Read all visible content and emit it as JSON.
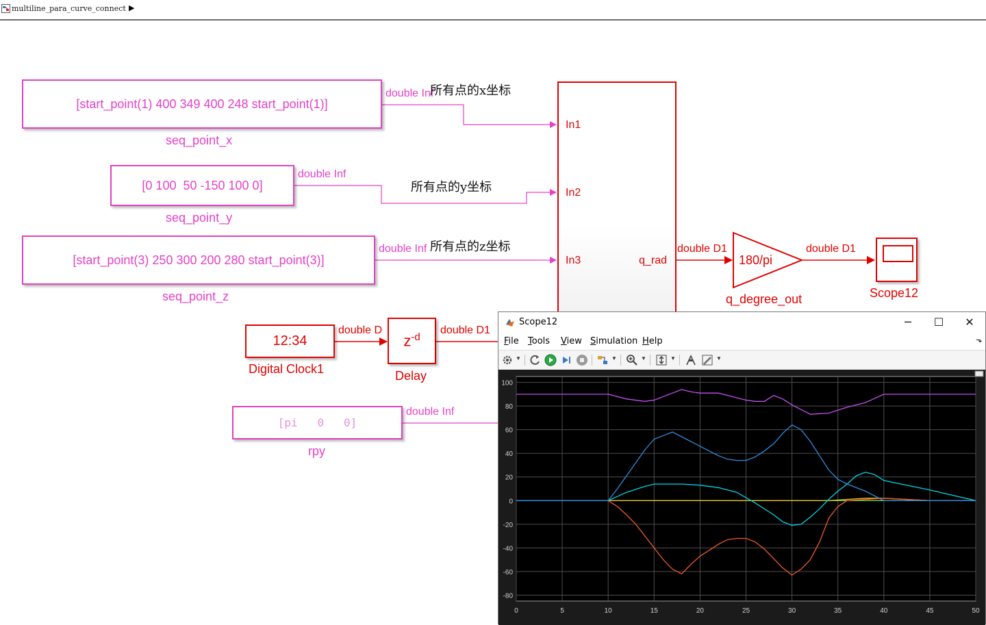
{
  "breadcrumb": {
    "model_name": "multiline_para_curve_connect",
    "arrow": "▶"
  },
  "blocks": {
    "seq_x": {
      "value": "[start_point(1) 400 349 400 248 start_point(1)]",
      "name": "seq_point_x",
      "signal": "double Inf"
    },
    "seq_y": {
      "value": "[0 100  50 -150 100 0]",
      "name": "seq_point_y",
      "signal": "double Inf"
    },
    "seq_z": {
      "value": "[start_point(3) 250 300 200 280 start_point(3)]",
      "name": "seq_point_z",
      "signal": "double Inf"
    },
    "clock": {
      "value": "12:34",
      "name": "Digital Clock1",
      "signal": "double D"
    },
    "delay": {
      "value": "z",
      "exponent": "-d",
      "name": "Delay",
      "signal": "double D1"
    },
    "rpy": {
      "value": "[pi   0   0]",
      "name": "rpy",
      "signal": "double Inf"
    },
    "gain": {
      "value": "180/pi",
      "name": "q_degree_out",
      "signal_in": "double D1",
      "signal_out": "double D1"
    },
    "scope_block": {
      "name": "Scope12"
    }
  },
  "annotations": {
    "x_coord": "所有点的x坐标",
    "y_coord": "所有点的y坐标",
    "z_coord": "所有点的z坐标"
  },
  "subsystem": {
    "ports_in": [
      "In1",
      "In2",
      "In3"
    ],
    "port_out": "q_rad"
  },
  "scope_window": {
    "title": "Scope12",
    "controls": {
      "minimize": "─",
      "maximize": "☐",
      "close": "✕"
    },
    "menu": [
      {
        "key": "F",
        "rest": "ile"
      },
      {
        "key": "T",
        "rest": "ools"
      },
      {
        "key": "V",
        "rest": "iew"
      },
      {
        "key": "S",
        "rest": "imulation"
      },
      {
        "key": "H",
        "rest": "elp"
      }
    ],
    "dock_glyph": "⬎",
    "toolbar_icons": [
      "settings-icon",
      "restart-icon",
      "run-icon",
      "step-forward-icon",
      "stop-icon",
      "highlight-icon",
      "zoom-in-icon",
      "fit-axes-icon",
      "cursor-icon",
      "triggers-icon"
    ]
  },
  "colors": {
    "magenta": "#e640c8",
    "red": "#e00000",
    "plot_bg": "#000000",
    "grid": "#5a5a5a"
  },
  "chart_data": {
    "type": "line",
    "title": "",
    "xlabel": "",
    "ylabel": "",
    "xlim": [
      0,
      50
    ],
    "ylim": [
      -85,
      105
    ],
    "xticks": [
      0,
      5,
      10,
      15,
      20,
      25,
      30,
      35,
      40,
      45,
      50
    ],
    "yticks": [
      100,
      80,
      60,
      40,
      20,
      0,
      -20,
      -40,
      -60,
      -80
    ],
    "grid": true,
    "series": [
      {
        "color": "#c74ff0",
        "x": [
          0,
          10,
          12,
          14,
          15,
          16,
          17,
          18,
          19,
          20,
          22,
          25,
          26,
          27,
          28,
          29,
          30,
          32,
          34,
          36,
          38,
          40,
          45,
          50
        ],
        "y": [
          90,
          90,
          86,
          84,
          85,
          88,
          91,
          94,
          92,
          91,
          91,
          85,
          84,
          84,
          89,
          86,
          81,
          73,
          74,
          79,
          83,
          90,
          90,
          90
        ]
      },
      {
        "color": "#2f8fe0",
        "x": [
          0,
          10,
          11,
          12,
          13,
          14,
          15,
          16,
          17,
          18,
          19,
          20,
          21,
          22,
          23,
          24,
          25,
          26,
          27,
          28,
          29,
          30,
          31,
          32,
          33,
          34,
          35,
          36,
          38,
          40,
          45,
          50
        ],
        "y": [
          0,
          0,
          10,
          21,
          32,
          43,
          52,
          55,
          58,
          54,
          50,
          46,
          42,
          38,
          35,
          34,
          34,
          37,
          42,
          48,
          57,
          64,
          60,
          50,
          38,
          26,
          18,
          14,
          8,
          0,
          0,
          0
        ]
      },
      {
        "color": "#00d8e8",
        "x": [
          0,
          10,
          12,
          14,
          15,
          16,
          17,
          18,
          20,
          22,
          24,
          26,
          28,
          29,
          30,
          31,
          32,
          33,
          34,
          35,
          36,
          37,
          38,
          39,
          40,
          45,
          50
        ],
        "y": [
          0,
          0,
          7,
          12,
          14,
          14,
          14,
          14,
          13,
          11,
          7,
          -2,
          -12,
          -18,
          -21,
          -20,
          -14,
          -7,
          1,
          8,
          14,
          21,
          24,
          22,
          17,
          9,
          0
        ]
      },
      {
        "color": "#f05a28",
        "x": [
          0,
          10,
          11,
          12,
          13,
          14,
          15,
          16,
          17,
          18,
          19,
          20,
          21,
          22,
          23,
          24,
          25,
          26,
          27,
          28,
          29,
          30,
          31,
          32,
          33,
          34,
          35,
          36,
          38,
          40,
          45,
          50
        ],
        "y": [
          0,
          0,
          -5,
          -12,
          -20,
          -30,
          -40,
          -50,
          -58,
          -62,
          -54,
          -47,
          -42,
          -37,
          -33,
          -32,
          -32,
          -35,
          -41,
          -49,
          -57,
          -63,
          -58,
          -50,
          -35,
          -15,
          -5,
          0,
          1,
          2,
          0,
          0
        ]
      },
      {
        "color": "#e6c028",
        "x": [
          0,
          10,
          20,
          30,
          34,
          36,
          38,
          40,
          45,
          50
        ],
        "y": [
          0,
          0,
          0,
          0,
          0,
          1,
          2,
          2,
          0,
          0
        ]
      },
      {
        "color": "#7ad04a",
        "x": [
          0,
          50
        ],
        "y": [
          0,
          0
        ]
      }
    ]
  }
}
